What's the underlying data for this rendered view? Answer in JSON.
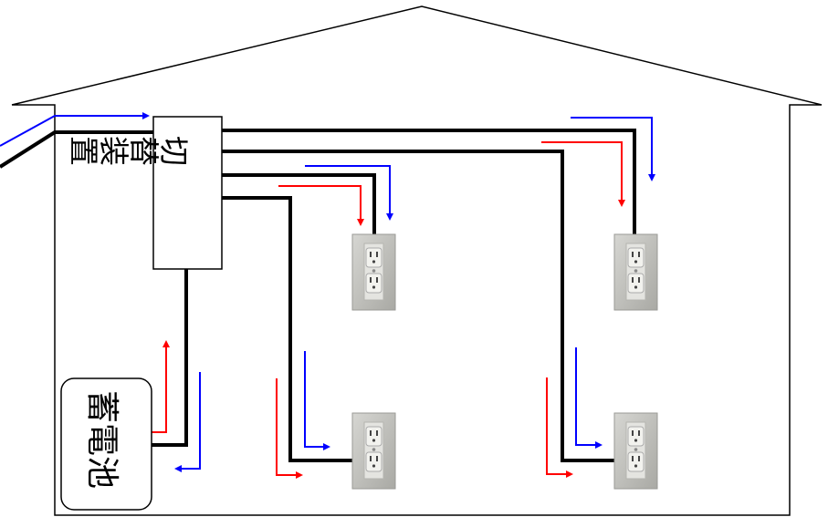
{
  "switch_device": {
    "label": "切替装置"
  },
  "battery": {
    "label": "蓄電池"
  },
  "outlets": [
    {
      "name": "outlet-top-center"
    },
    {
      "name": "outlet-top-right"
    },
    {
      "name": "outlet-bottom-center"
    },
    {
      "name": "outlet-bottom-right"
    }
  ],
  "colors": {
    "wire": "#000000",
    "arrow_red": "#ff0000",
    "arrow_blue": "#0000ff",
    "outlet_plate": "#c9c9c6",
    "outlet_receptacle": "#f2f2ee"
  }
}
